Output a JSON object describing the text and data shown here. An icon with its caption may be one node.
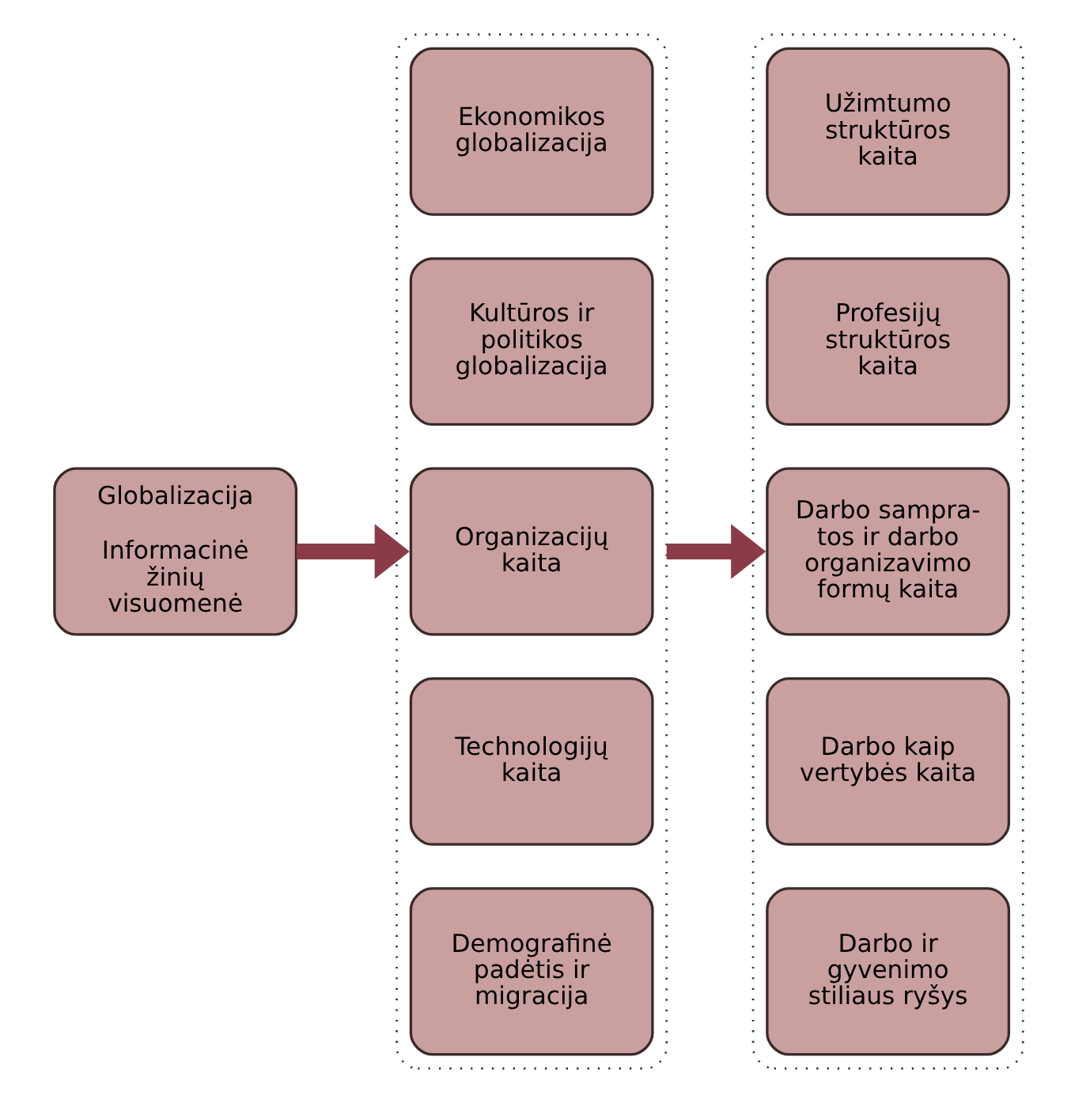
{
  "diagram": {
    "nodes": [
      {
        "text": [
          "Globalizacija",
          "Informacinė žinių visuomenė"
        ]
      },
      {
        "text": [],
        "shape": "box"
      },
      {
        "text": [
          "Ekonomikos globalizacija"
        ],
        "in": 1
      },
      {
        "text": [
          "Kultūros ir politikos globalizacija"
        ],
        "in": 1
      },
      {
        "text": [
          "Organizacijų kaita"
        ],
        "in": 1
      },
      {
        "text": [
          "Technologijų kaita"
        ],
        "in": 1
      },
      {
        "text": [
          "Demografinė padėtis ir migracija"
        ],
        "in": 1
      },
      {
        "text": [],
        "shape": "box"
      },
      {
        "text": [
          "Užimtumo struktūros kaita"
        ],
        "in": 7
      },
      {
        "text": [
          "Profesijų struktūros kaita"
        ],
        "in": 7
      },
      {
        "text": [
          "Darbo sampra-tos ir darbo organizavimo formų kaita"
        ],
        "in": 7
      },
      {
        "text": [
          "Darbo kaip vertybės kaita"
        ],
        "in": 7
      },
      {
        "text": [
          "Darbo ir gyvenimo stiliaus ryšys"
        ],
        "in": 7
      }
    ],
    "edges": [
      {
        "from": 0,
        "to": 1,
        "arrow": "to"
      },
      {
        "from": 1,
        "to": 7,
        "arrow": "to"
      }
    ]
  }
}
